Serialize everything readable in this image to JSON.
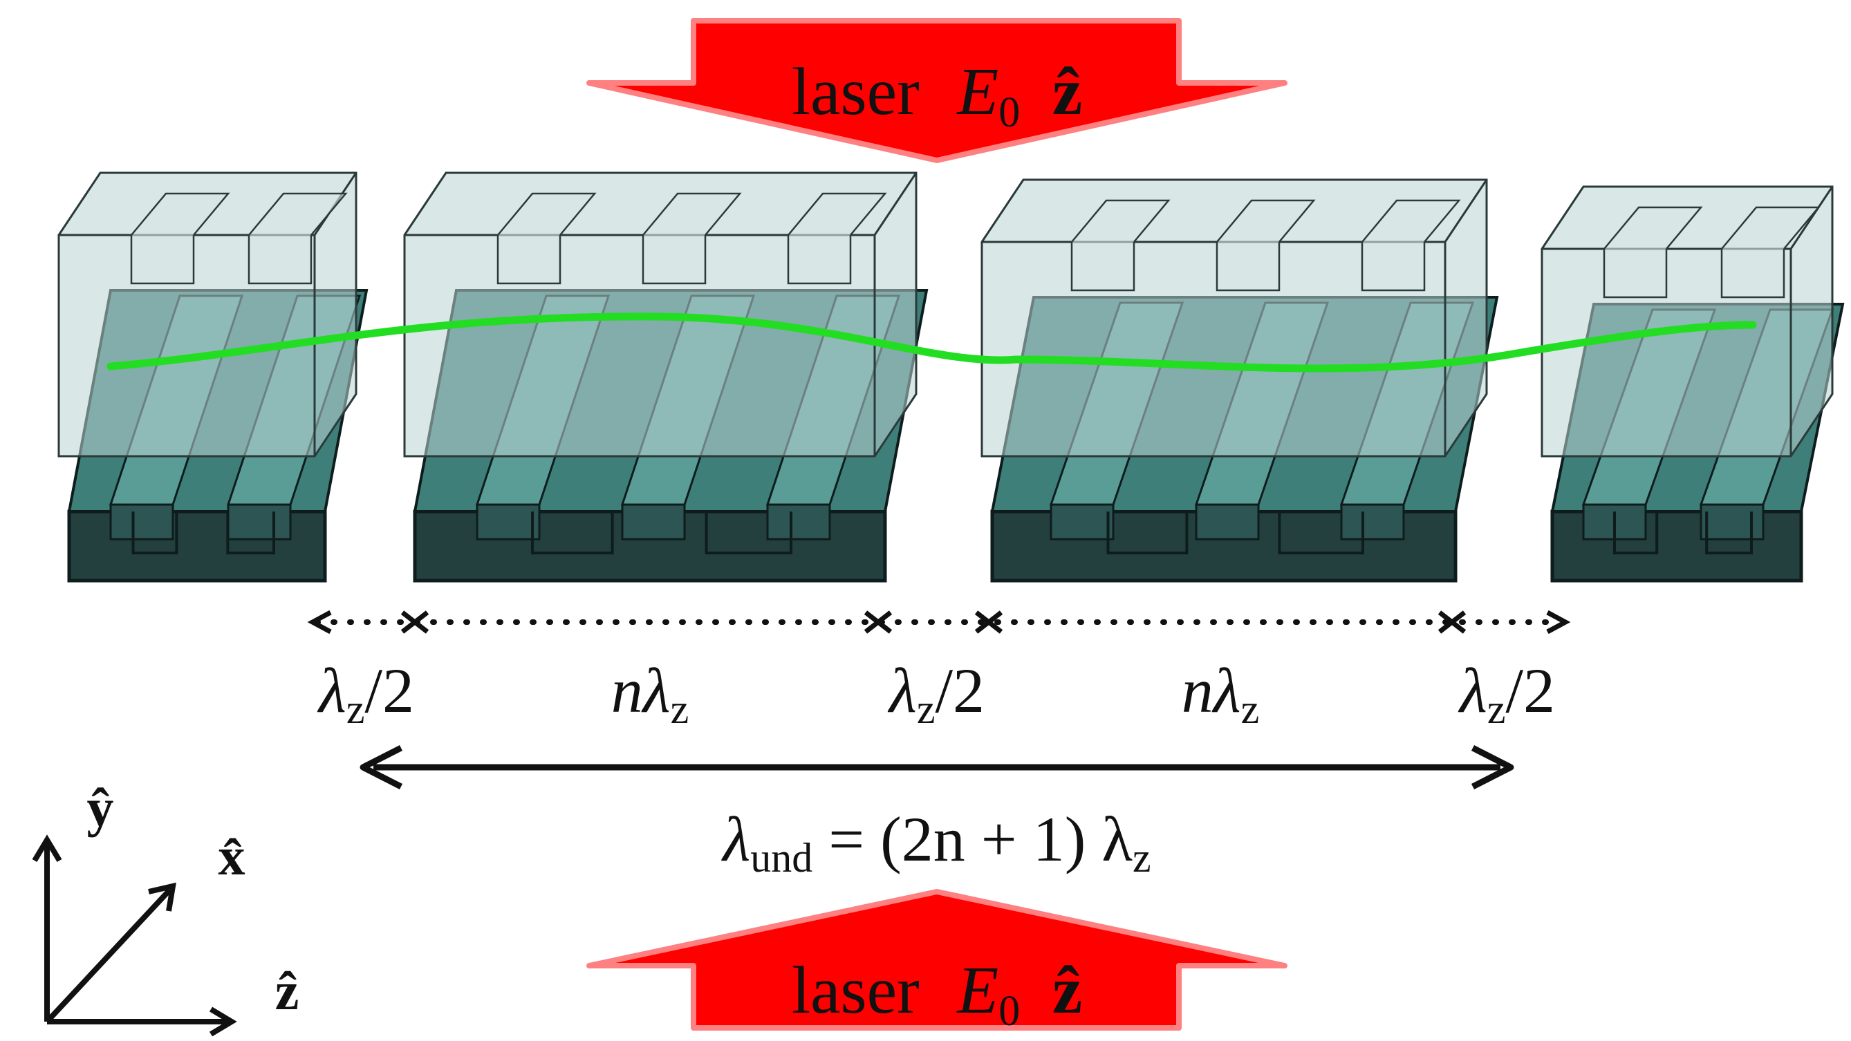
{
  "laser_top": {
    "prefix": "laser",
    "symbol": "E",
    "subscript": "0",
    "vector": "ẑ"
  },
  "laser_bottom": {
    "prefix": "laser",
    "symbol": "E",
    "subscript": "0",
    "vector": "ẑ"
  },
  "spans": [
    {
      "main": "λ",
      "sub": "z",
      "tail": "/2"
    },
    {
      "main": "nλ",
      "sub": "z",
      "tail": ""
    },
    {
      "main": "λ",
      "sub": "z",
      "tail": "/2"
    },
    {
      "main": "nλ",
      "sub": "z",
      "tail": ""
    },
    {
      "main": "λ",
      "sub": "z",
      "tail": "/2"
    }
  ],
  "period": {
    "lhs": "λ",
    "lhs_sub": "und",
    "rhs": " = (2n + 1) λ",
    "rhs_sub": "z"
  },
  "axes": {
    "y": "ŷ",
    "x": "x̂",
    "z": "ẑ"
  },
  "colors": {
    "arrow_fill": "#ff0000",
    "arrow_stroke": "#ff8080",
    "block_dark": "#23403f",
    "block_mid": "#3f7f7a",
    "block_light": "#5a9c96",
    "glass": "#b9d4d4",
    "beam": "#22dd22"
  }
}
